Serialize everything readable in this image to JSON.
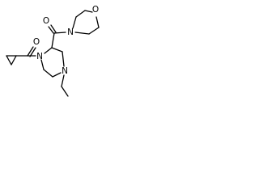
{
  "molecule": {
    "atom_labels": {
      "morpholine_oxygen": "O",
      "carbonyl_oxygen_upper": "O",
      "morpholine_nitrogen": "N",
      "carbonyl_oxygen_left": "O",
      "piperazine_nitrogen_1": "N",
      "piperazine_nitrogen_4": "N"
    }
  }
}
